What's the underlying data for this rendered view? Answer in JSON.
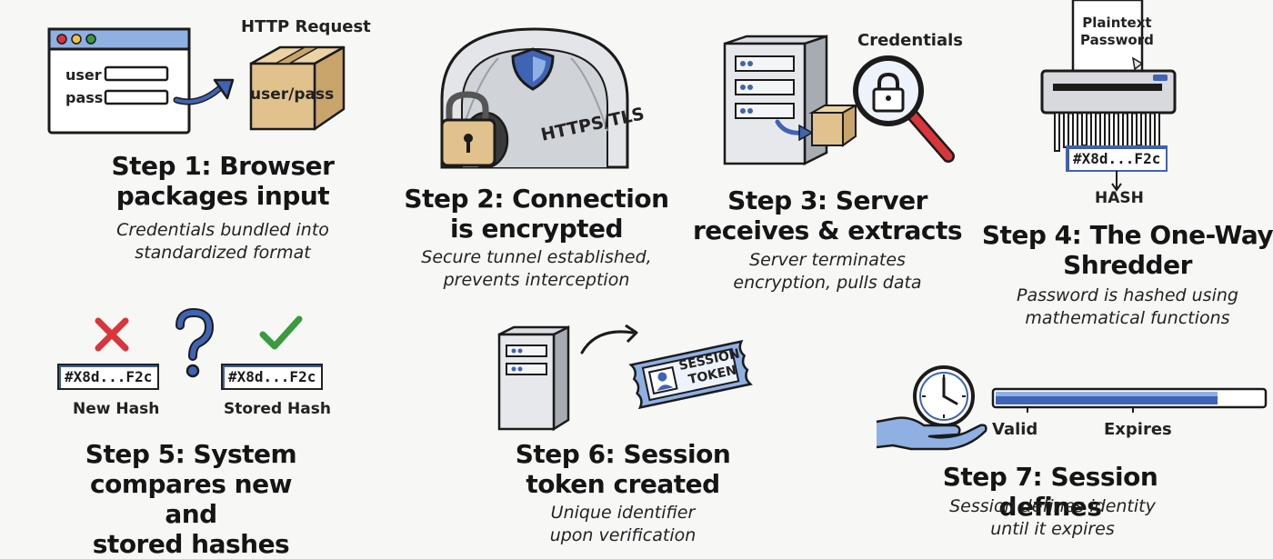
{
  "colors": {
    "ink": "#1b1b1b",
    "blue": "#3f63b5",
    "blue_light": "#8fb0e3",
    "box_tan": "#e1c18c",
    "red": "#d9353b",
    "green": "#3a9a3e",
    "metal": "#c9ccd1"
  },
  "step1": {
    "title_line1": "Step 1: Browser",
    "title_line2": "packages input",
    "desc_line1": "Credentials bundled into",
    "desc_line2": "standardized format",
    "request_label": "HTTP Request",
    "user_label": "user",
    "pass_label": "pass",
    "box_label": "user/pass"
  },
  "step2": {
    "title_line1": "Step 2: Connection",
    "title_line2": "is encrypted",
    "desc_line1": "Secure tunnel established,",
    "desc_line2": "prevents interception",
    "tunnel_label": "HTTPS/TLS"
  },
  "step3": {
    "title_line1": "Step 3: Server",
    "title_line2": "receives & extracts",
    "desc_line1": "Server terminates",
    "desc_line2": "encryption, pulls data",
    "credentials_label": "Credentials"
  },
  "step4": {
    "title_line1": "Step 4: The One-Way",
    "title_line2": "Shredder",
    "desc_line1": "Password is hashed using",
    "desc_line2": "mathematical functions",
    "paper_line1": "Plaintext",
    "paper_line2": "Password",
    "hash_value": "#X8d...F2c",
    "hash_label": "HASH"
  },
  "step5": {
    "title_line1": "Step 5: System",
    "title_line2": "compares new and",
    "title_line3": "stored hashes",
    "new_hash_value": "#X8d...F2c",
    "stored_hash_value": "#X8d...F2c",
    "new_hash_label": "New Hash",
    "stored_hash_label": "Stored Hash"
  },
  "step6": {
    "title_line1": "Step 6: Session",
    "title_line2": "token created",
    "desc_line1": "Unique identifier",
    "desc_line2": "upon verification",
    "token_line1": "SESSION",
    "token_line2": "TOKEN"
  },
  "step7": {
    "title_line1": "Step 7: Session defines",
    "desc_line1": "Session defines identity",
    "desc_line2": "until it expires",
    "valid_label": "Valid",
    "expires_label": "Expires"
  }
}
